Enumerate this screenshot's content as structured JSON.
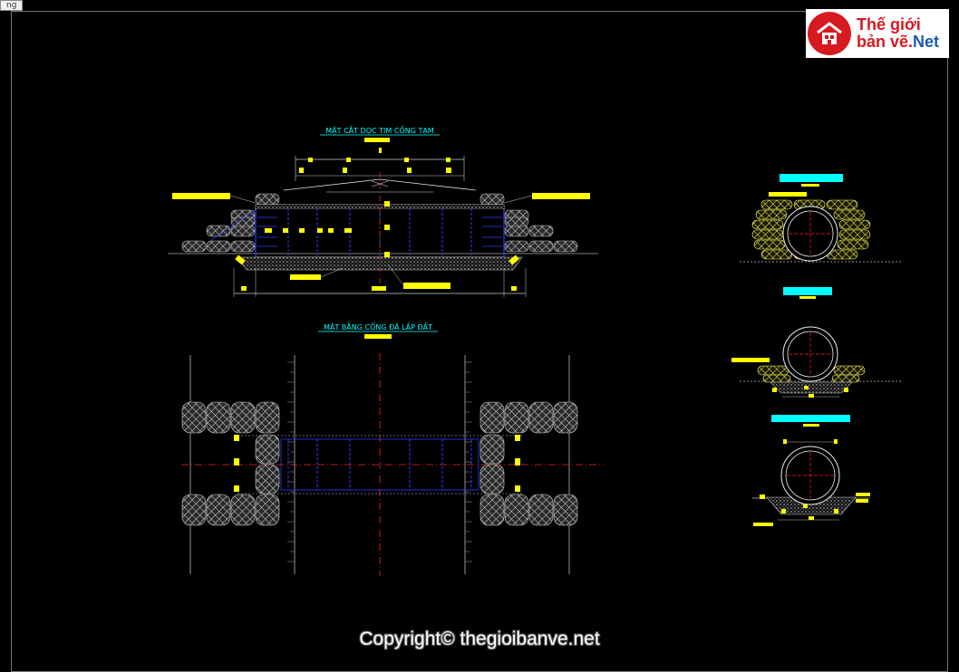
{
  "tab": {
    "label": "ng"
  },
  "logo": {
    "line1": "Thế giới",
    "line2_part1": "bản vẽ.",
    "line2_part2": "Net"
  },
  "titles": {
    "section": "MẶT CẮT DỌC TIM CỐNG TẠM",
    "plan": "MẶT BẰNG CỐNG ĐÃ LẤP ĐẤT"
  },
  "watermark": "Copyright© thegioibanve.net",
  "colors": {
    "background": "#000000",
    "label_yellow": "#ffff00",
    "title_cyan": "#00ffff",
    "pipe_blue": "#2f3cff",
    "center_red": "#ff2020",
    "logo_red": "#d71920"
  },
  "icons": {
    "logo": "house-icon"
  }
}
